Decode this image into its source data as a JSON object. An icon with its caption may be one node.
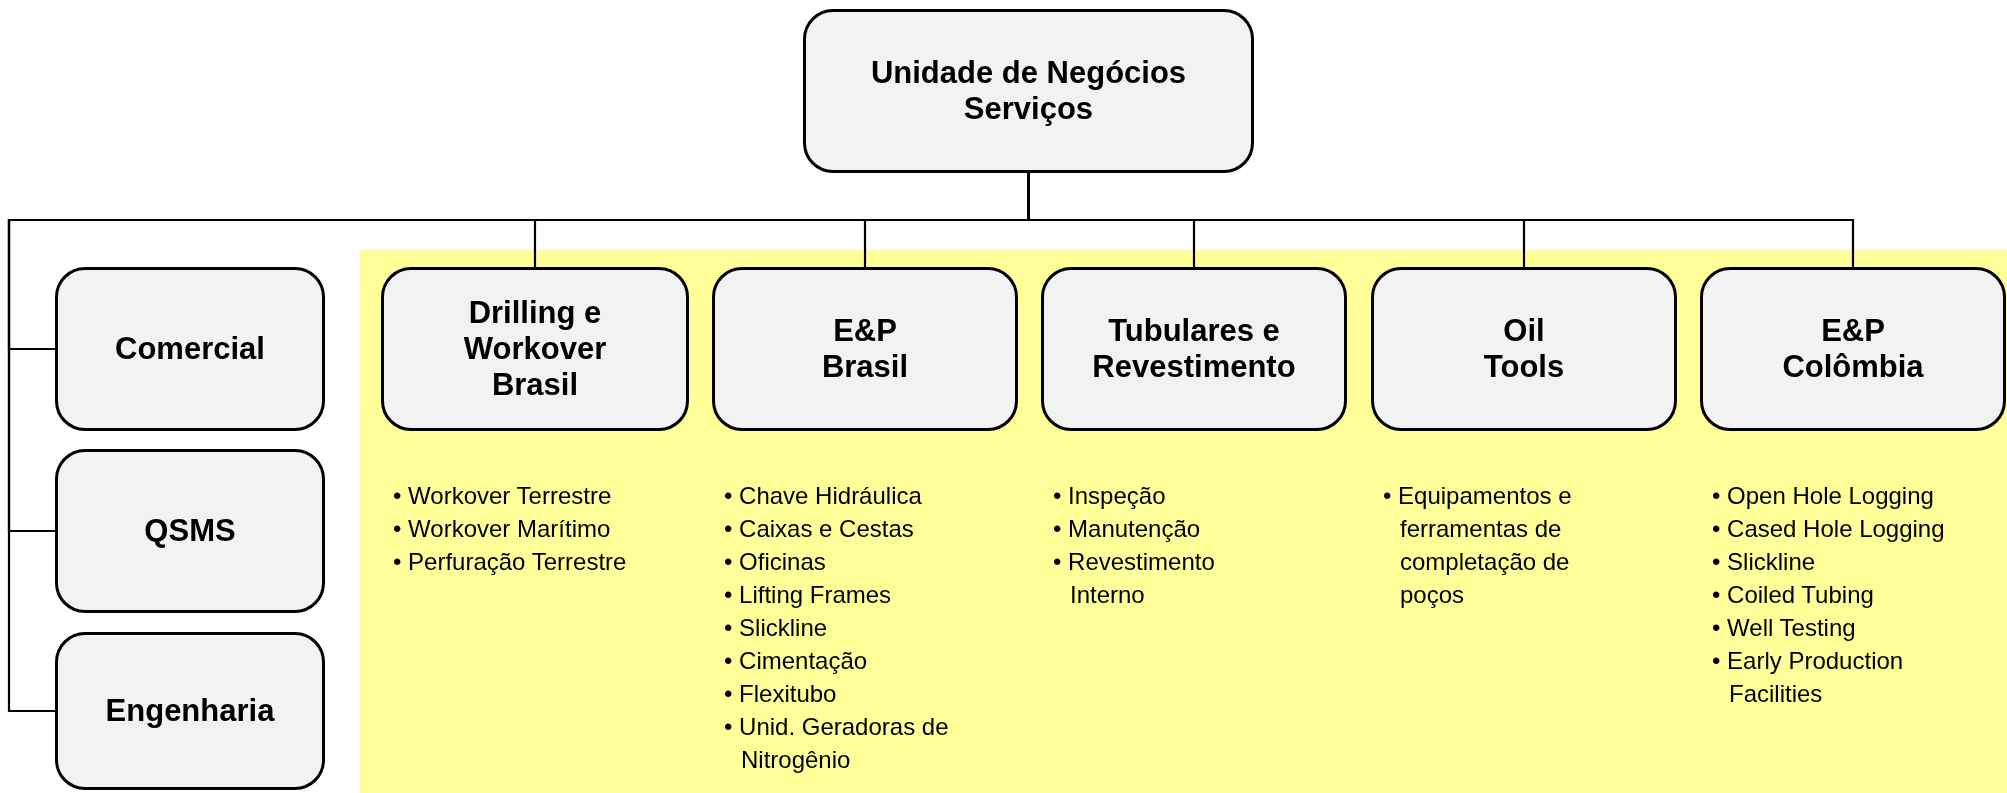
{
  "diagram": {
    "nodes": [
      {
        "text": [
          "Unidade de Negócios Serviços"
        ]
      },
      {
        "text": [],
        "shape": "box"
      },
      {
        "text": [
          "Drilling e Workover Brasil"
        ],
        "in": 1,
        "beside": [
          "• Workover Terrestre",
          "• Workover Marítimo",
          "• Perfuração Terrestre"
        ]
      },
      {
        "text": [
          "E&P Brasil"
        ],
        "in": 1,
        "beside": [
          "• Chave Hidráulica",
          "• Caixas e Cestas",
          "• Oficinas",
          "• Lifting Frames",
          "• Slickline",
          "• Cimentação",
          "• Flexitubo",
          "• Unid. Geradoras de Nitrogênio"
        ]
      },
      {
        "text": [
          "Tubulares e Revestimento"
        ],
        "in": 1,
        "beside": [
          "• Inspeção",
          "• Manutenção",
          "• Revestimento Interno"
        ]
      },
      {
        "text": [
          "Oil Tools"
        ],
        "in": 1,
        "beside": [
          "• Equipamentos e ferramentas de completação de poços"
        ]
      },
      {
        "text": [
          "E&P Colômbia"
        ],
        "in": 1,
        "beside": [
          "• Open Hole Logging",
          "• Cased Hole Logging",
          "• Slickline",
          "• Coiled Tubing",
          "• Well Testing",
          "• Early Production Facilities"
        ]
      },
      {
        "text": [
          "Comercial"
        ]
      },
      {
        "text": [
          "QSMS"
        ]
      },
      {
        "text": [
          "Engenharia"
        ]
      }
    ],
    "edges": [
      {
        "from": 0,
        "to": 2,
        "arrow": "none"
      },
      {
        "from": 0,
        "to": 3,
        "arrow": "none"
      },
      {
        "from": 0,
        "to": 4,
        "arrow": "none"
      },
      {
        "from": 0,
        "to": 5,
        "arrow": "none"
      },
      {
        "from": 0,
        "to": 6,
        "arrow": "none"
      },
      {
        "from": 0,
        "to": 7,
        "arrow": "none"
      },
      {
        "from": 0,
        "to": 8,
        "arrow": "none"
      },
      {
        "from": 0,
        "to": 9,
        "arrow": "none"
      }
    ]
  }
}
